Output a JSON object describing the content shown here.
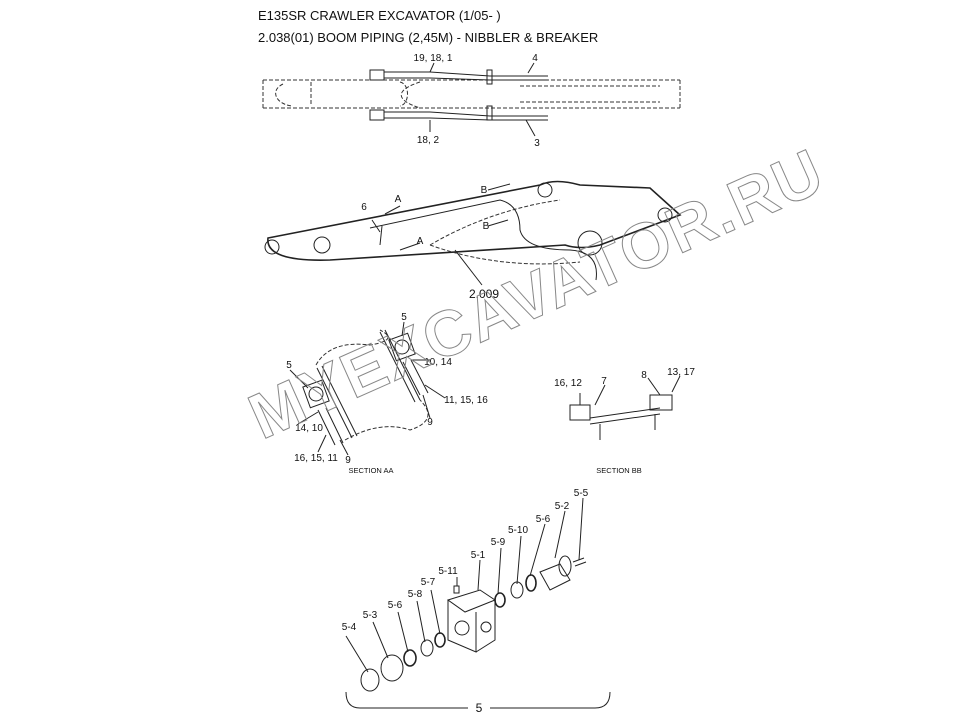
{
  "header": {
    "model": "E135SR CRAWLER EXCAVATOR (1/05- )",
    "section": "2.038(01) BOOM PIPING (2,45M) - NIBBLER & BREAKER"
  },
  "top_view": {
    "labels": [
      "19, 18, 1",
      "4",
      "18, 2",
      "3"
    ]
  },
  "side_view": {
    "labels": [
      "B",
      "A",
      "6",
      "B",
      "A",
      "2.009"
    ]
  },
  "section_aa": {
    "title": "SECTION AA",
    "labels": [
      "5",
      "5",
      "10, 14",
      "11, 15, 16",
      "9",
      "14, 10",
      "16, 15, 11",
      "9"
    ]
  },
  "section_bb": {
    "title": "SECTION BB",
    "labels": [
      "16, 12",
      "7",
      "8",
      "13, 17"
    ]
  },
  "exploded": {
    "labels": [
      "5-5",
      "5-2",
      "5-6",
      "5-10",
      "5-9",
      "5-1",
      "5-11",
      "5-7",
      "5-8",
      "5-6",
      "5-3",
      "5-4"
    ],
    "assembly": "5"
  },
  "watermark": "MYEXCAVATOR.RU"
}
